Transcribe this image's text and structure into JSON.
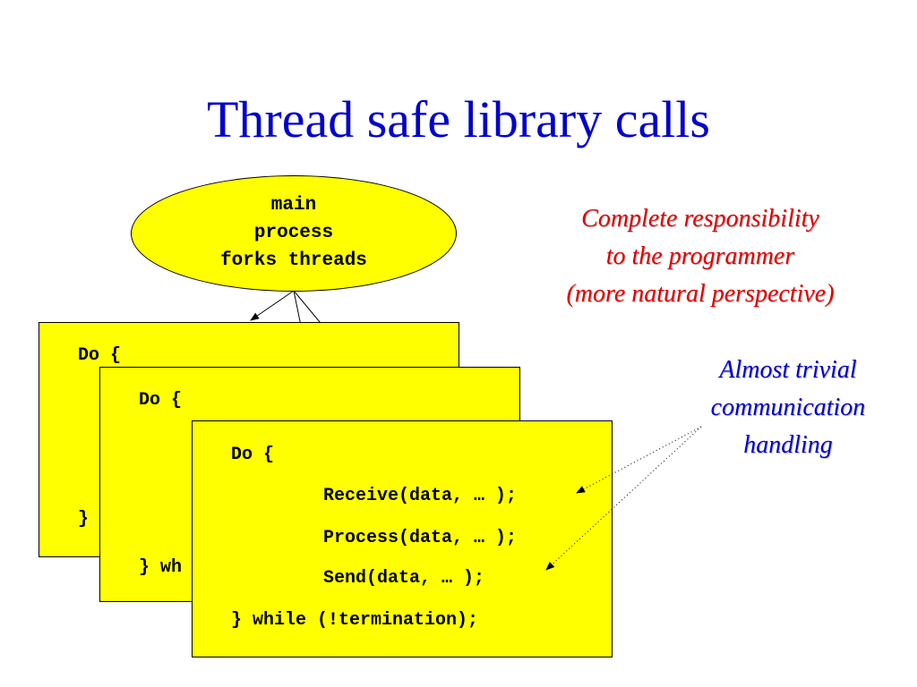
{
  "title": "Thread safe library calls",
  "main_node": {
    "lines": [
      "main",
      "process",
      "forks threads"
    ]
  },
  "thread_back": {
    "open": "Do {",
    "close": "}"
  },
  "thread_middle": {
    "open": "Do {",
    "close": "} wh"
  },
  "thread_front": {
    "open": "Do {",
    "receive": "Receive(data, … );",
    "process": "Process(data, … );",
    "send": "Send(data, … );",
    "close": "} while (!termination);"
  },
  "notes": {
    "responsibility": [
      "Complete responsibility",
      "to the programmer",
      "(more natural perspective)"
    ],
    "communication": [
      "Almost trivial",
      "communication",
      "handling"
    ]
  },
  "colors": {
    "title": "#0000cc",
    "box_fill": "#ffff00",
    "note_red": "#e00000",
    "note_blue": "#0000cc"
  }
}
